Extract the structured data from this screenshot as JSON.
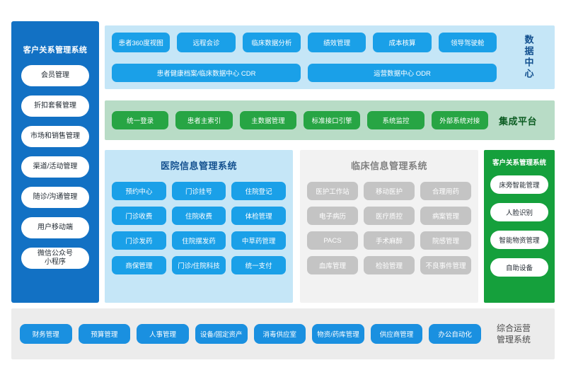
{
  "crm_sidebar": {
    "title": "客户关系管理系统",
    "items": [
      {
        "label": "会员管理"
      },
      {
        "label": "折扣套餐管理"
      },
      {
        "label": "市场和销售管理"
      },
      {
        "label": "渠道/活动管理"
      },
      {
        "label": "随诊/沟通管理"
      },
      {
        "label": "用户移动端"
      },
      {
        "label": "微信公众号\n小程序"
      }
    ]
  },
  "data_center": {
    "side_label": "数据中心",
    "chips": [
      {
        "label": "患者360度视图"
      },
      {
        "label": "远程会诊"
      },
      {
        "label": "临床数据分析"
      },
      {
        "label": "绩效管理"
      },
      {
        "label": "成本核算"
      },
      {
        "label": "领导驾驶舱"
      }
    ],
    "bars": [
      {
        "label": "患者健康档案/临床数据中心 CDR"
      },
      {
        "label": "运营数据中心 ODR"
      }
    ]
  },
  "integration_platform": {
    "side_label": "集成平台",
    "chips": [
      {
        "label": "统一登录"
      },
      {
        "label": "患者主索引"
      },
      {
        "label": "主数据管理"
      },
      {
        "label": "标准接口引擎"
      },
      {
        "label": "系统监控"
      },
      {
        "label": "外部系统对接"
      }
    ]
  },
  "his_panel": {
    "title": "医院信息管理系统",
    "chips": [
      {
        "label": "预约中心"
      },
      {
        "label": "门诊挂号"
      },
      {
        "label": "住院登记"
      },
      {
        "label": "门诊收费"
      },
      {
        "label": "住院收费"
      },
      {
        "label": "体检管理"
      },
      {
        "label": "门诊发药"
      },
      {
        "label": "住院摆发药"
      },
      {
        "label": "中草药管理"
      },
      {
        "label": "商保管理"
      },
      {
        "label": "门诊/住院科技"
      },
      {
        "label": "统一支付"
      }
    ]
  },
  "cis_panel": {
    "title": "临床信息管理系统",
    "chips": [
      {
        "label": "医护工作站"
      },
      {
        "label": "移动医护"
      },
      {
        "label": "合理用药"
      },
      {
        "label": "电子病历"
      },
      {
        "label": "医疗质控"
      },
      {
        "label": "病案管理"
      },
      {
        "label": "PACS"
      },
      {
        "label": "手术麻醉"
      },
      {
        "label": "院感管理"
      },
      {
        "label": "血库管理"
      },
      {
        "label": "检验管理"
      },
      {
        "label": "不良事件管理"
      }
    ]
  },
  "crm_right": {
    "title": "客户关系管理系统",
    "items": [
      {
        "label": "床旁智能管理"
      },
      {
        "label": "人脸识别"
      },
      {
        "label": "智能物资管理"
      },
      {
        "label": "自助设备"
      }
    ]
  },
  "operations_bar": {
    "side_label": "综合运营\n管理系统",
    "chips": [
      {
        "label": "财务管理"
      },
      {
        "label": "预算管理"
      },
      {
        "label": "人事管理"
      },
      {
        "label": "设备/固定资产"
      },
      {
        "label": "消毒供应室"
      },
      {
        "label": "物资/药库管理"
      },
      {
        "label": "供应商管理"
      },
      {
        "label": "办公自动化"
      }
    ]
  },
  "colors": {
    "brand_blue": "#1271c4",
    "chip_blue": "#1aa0e8",
    "panel_light_blue": "#c5e6f7",
    "brand_green": "#27a544",
    "panel_light_green": "#b8dcc6",
    "crm_green": "#15a03c",
    "panel_gray": "#f2f2f2",
    "chip_gray": "#c4c4c4",
    "ops_gray": "#ececec",
    "ops_chip_blue": "#1a90e0",
    "title_navy": "#13508f"
  }
}
